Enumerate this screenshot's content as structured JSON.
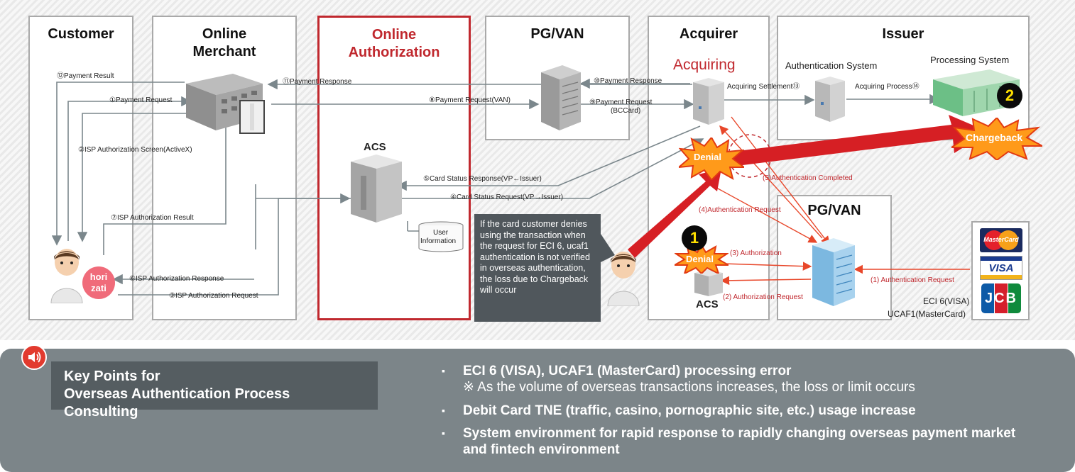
{
  "columns": {
    "customer": "Customer",
    "merchant_l1": "Online",
    "merchant_l2": "Merchant",
    "online_auth_l1": "Online",
    "online_auth_l2": "Authorization",
    "pgvan_top": "PG/VAN",
    "acquirer": "Acquirer",
    "issuer": "Issuer",
    "pgvan_bottom": "PG/VAN"
  },
  "sublabels": {
    "acs_top": "ACS",
    "acquiring": "Acquiring",
    "authentication_system": "Authentication System",
    "processing_system": "Processing System",
    "user_info_l1": "User",
    "user_info_l2": "Information",
    "acs_bottom": "ACS",
    "eci6": "ECI 6(VISA)",
    "ucaf1": "UCAF1(MasterCard)",
    "hori_l1": "hori",
    "hori_l2": "zati"
  },
  "flows": {
    "f12": "⑫Payment Result",
    "f11": "⑪Payment Response",
    "f1": "①Payment Request",
    "f8": "⑧Payment Request(VAN)",
    "f10": "⑩Payment Response",
    "f9_l1": "⑨Payment Request",
    "f9_l2": "(BCCard)",
    "acq_settle": "Acquiring Settlement⑬",
    "acq_proc": "Acquiring Process⑭",
    "f2": "②ISP Authorization Screen(ActiveX)",
    "f5": "⑤Card Status Response(VP←Issuer)",
    "f4": "④Card Status Request(VP→Issuer)",
    "f7": "⑦ISP Authorization Result",
    "f6": "⑥ISP Authorization Response",
    "f3": "③ISP Authorization Request",
    "a5": "(5)Authentication Completed",
    "a4": "(4)Authentication Request",
    "a3": "(3) Authorization",
    "a2": "(2) Authorization Request",
    "a1": "(1) Authentication Request"
  },
  "callouts": {
    "denial_top": "Denial",
    "denial_bottom": "Denial",
    "chargeback": "Chargeback",
    "badge1": "1",
    "badge2": "2"
  },
  "card_logos": {
    "mastercard": "MasterCard",
    "visa": "VISA",
    "jcb": "JCB"
  },
  "note": "If the card customer denies using the transaction when the request for ECI 6, ucaf1 authentication is not verified in overseas authentication, the loss due to Chargeback will occur",
  "key_points": {
    "title_l1": "Key Points for",
    "title_l2": "Overseas Authentication Process Consulting",
    "b1": "ECI 6 (VISA), UCAF1 (MasterCard) processing error",
    "b1_note": "※ As the volume of overseas transactions increases, the loss or limit occurs",
    "b2": "Debit Card TNE (traffic, casino, pornographic site, etc.) usage increase",
    "b3_l1": "System environment for rapid response to rapidly changing overseas payment market",
    "b3_l2": "and fintech environment",
    "bullet": "▪"
  },
  "colors": {
    "accent_red": "#c0282e",
    "arrow_grey": "#7b878c",
    "arrow_orange": "#e8472a",
    "panel": "#7c8589"
  }
}
